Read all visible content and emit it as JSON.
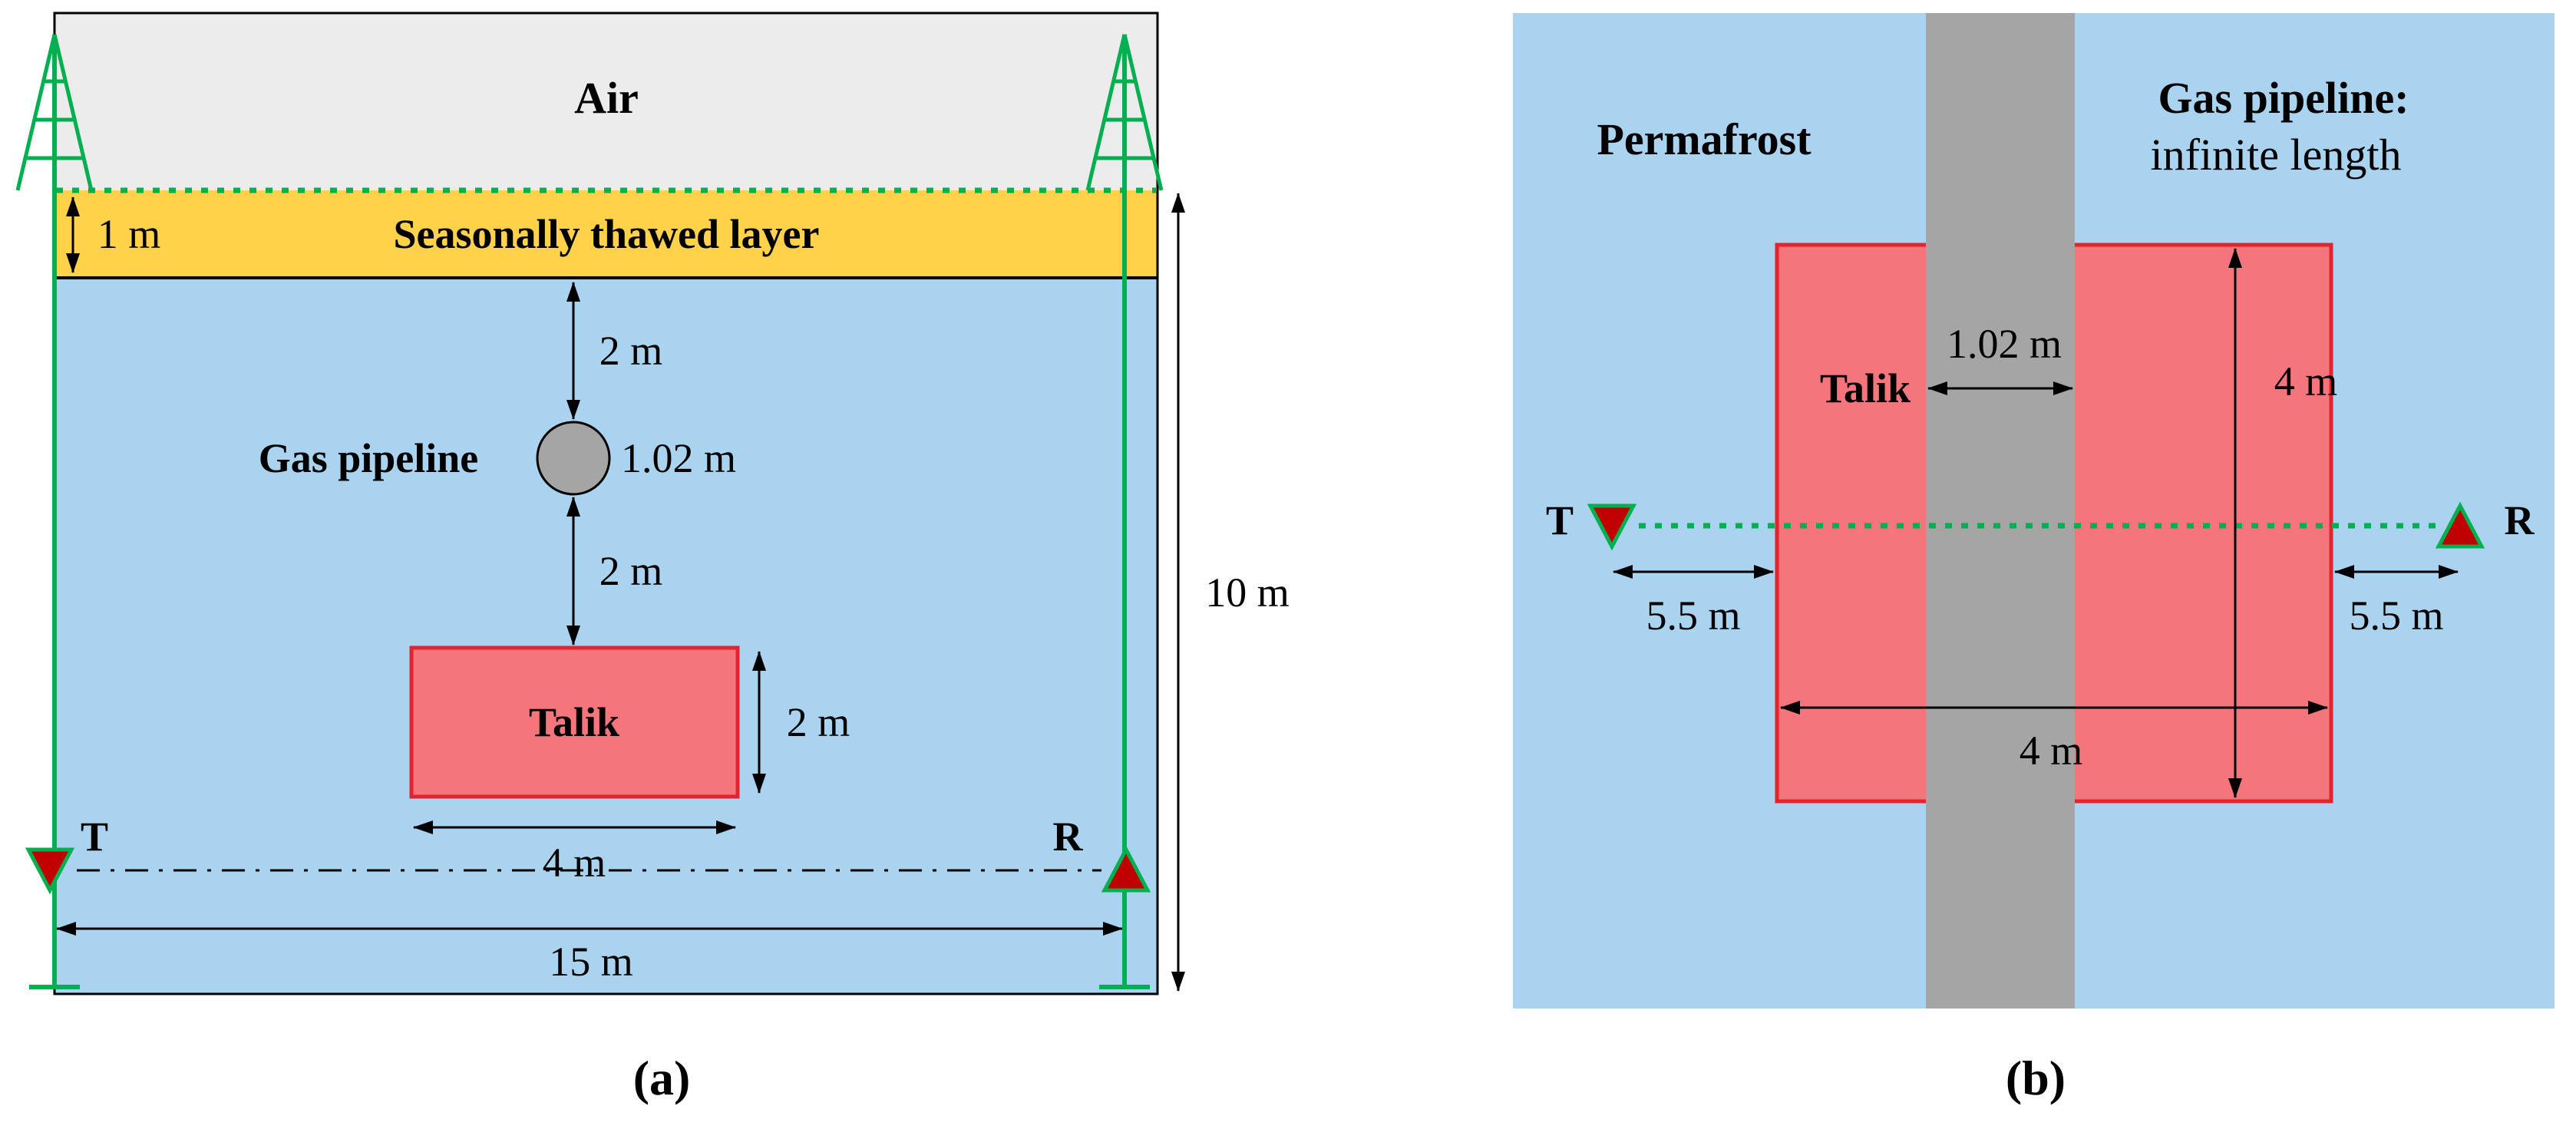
{
  "figure": {
    "caption_a": "(a)",
    "caption_b": "(b)"
  },
  "colors": {
    "permafrost_blue": "#A9D3EF",
    "air_gray": "#ECECEC",
    "thawed_layer_yellow": "#FFD24A",
    "talik_fill": "#F4757C",
    "talik_border": "#E3242C",
    "pipeline_gray": "#A5A5A5",
    "antenna_green": "#00B050",
    "marker_red": "#C00000"
  },
  "panel_a": {
    "air": "Air",
    "thawed_layer": "Seasonally thawed layer",
    "thawed_thickness": "1 m",
    "pipeline_label": "Gas pipeline",
    "pipeline_diameter": "1.02 m",
    "pipe_depth_gap": "2 m",
    "pipe_talik_gap": "2 m",
    "talik_label": "Talik",
    "talik_height": "2 m",
    "talik_width": "4 m",
    "transmitter": "T",
    "receiver": "R",
    "domain_width": "15 m",
    "domain_height": "10 m"
  },
  "panel_b": {
    "permafrost": "Permafrost",
    "pipeline_title": "Gas pipeline:",
    "pipeline_subtitle": "infinite length",
    "talik_label": "Talik",
    "pipeline_width": "1.02 m",
    "talik_height": "4 m",
    "talik_width": "4 m",
    "transmitter": "T",
    "receiver": "R",
    "left_offset": "5.5 m",
    "right_offset": "5.5 m"
  }
}
